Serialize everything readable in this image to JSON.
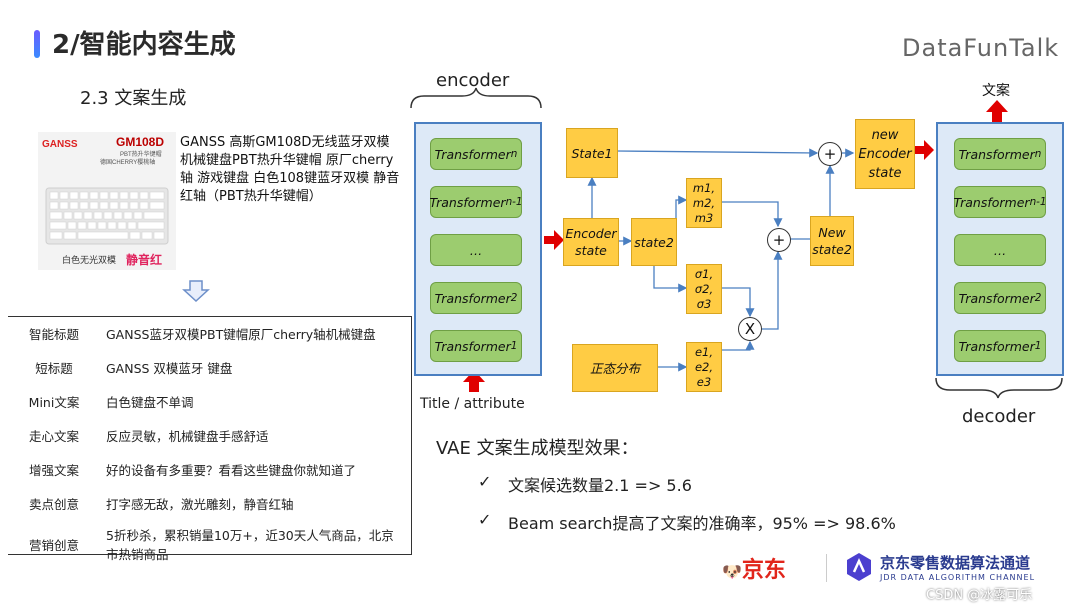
{
  "header": {
    "title": "2/智能内容生成",
    "brand": "DataFunTalk"
  },
  "section_title": "2.3 文案生成",
  "product": {
    "brand_logo": "GANSS",
    "model": "GM108D",
    "sub1": "PBT热升华键帽",
    "sub2": "德国CHERRY樱桃轴",
    "bottom_caption": "白色无光双模",
    "bottom_highlight": "静音红",
    "description": "GANSS 高斯GM108D无线蓝牙双模机械键盘PBT热升华键帽 原厂cherry轴 游戏键盘 白色108键蓝牙双模 静音红轴（PBT热升华键帽）"
  },
  "copy_table": [
    {
      "key": "智能标题",
      "value": "GANSS蓝牙双模PBT键帽原厂cherry轴机械键盘"
    },
    {
      "key": "短标题",
      "value": "GANSS 双模蓝牙 键盘"
    },
    {
      "key": "Mini文案",
      "value": "白色键盘不单调"
    },
    {
      "key": "走心文案",
      "value": "反应灵敏，机械键盘手感舒适"
    },
    {
      "key": "增强文案",
      "value": "好的设备有多重要？看看这些键盘你就知道了"
    },
    {
      "key": "卖点创意",
      "value": "打字感无敌，激光雕刻，静音红轴"
    },
    {
      "key": "营销创意",
      "value": "5折秒杀，累积销量10万+，近30天人气商品，北京市热销商品"
    }
  ],
  "diagram": {
    "encoder_label": "encoder",
    "decoder_label": "decoder",
    "input_caption": "Title / attribute",
    "output_label": "文案",
    "encoder_stack": [
      {
        "base": "Transformer",
        "sub": "n"
      },
      {
        "base": "Transformer",
        "sub": "n-1"
      },
      {
        "base": "…",
        "sub": ""
      },
      {
        "base": "Transformer",
        "sub": "2"
      },
      {
        "base": "Transformer",
        "sub": "1"
      }
    ],
    "decoder_stack": [
      {
        "base": "Transformer",
        "sub": "n"
      },
      {
        "base": "Transformer",
        "sub": "n-1"
      },
      {
        "base": "…",
        "sub": ""
      },
      {
        "base": "Transformer",
        "sub": "2"
      },
      {
        "base": "Transformer",
        "sub": "1"
      }
    ],
    "boxes": {
      "state1": "State1",
      "encoder_state_l1": "Encoder",
      "encoder_state_l2": "state",
      "state2": "state2",
      "mu_l1": "m1,",
      "mu_l2": "m2,",
      "mu_l3": "m3",
      "sigma_l1": "σ1,",
      "sigma_l2": "σ2,",
      "sigma_l3": "σ3",
      "eps_l1": "e1,",
      "eps_l2": "e2,",
      "eps_l3": "e3",
      "normal": "正态分布",
      "new_state2_l1": "New",
      "new_state2_l2": "state2",
      "new_enc_l1": "new",
      "new_enc_l2": "Encoder",
      "new_enc_l3": "state"
    },
    "ops": {
      "plus": "+",
      "times": "X"
    }
  },
  "results": {
    "title": "VAE 文案生成模型效果：",
    "check": "✓",
    "items": [
      "文案候选数量2.1 => 5.6",
      "Beam search提高了文案的准确率，95% => 98.6%"
    ]
  },
  "footer": {
    "jd_logo": "京东",
    "channel_title": "京东零售数据算法通道",
    "channel_sub": "JDR DATA ALGORITHM CHANNEL",
    "watermark": "CSDN @冰露可乐"
  },
  "colors": {
    "accent_purple": "#6a5cff",
    "arrow_red": "#e00000",
    "transformer_green": "#9ccc6f",
    "state_yellow": "#ffcc44",
    "stack_blue": "#dde9f7",
    "jd_red": "#e1251b",
    "jdr_blue": "#2a3b8f"
  }
}
